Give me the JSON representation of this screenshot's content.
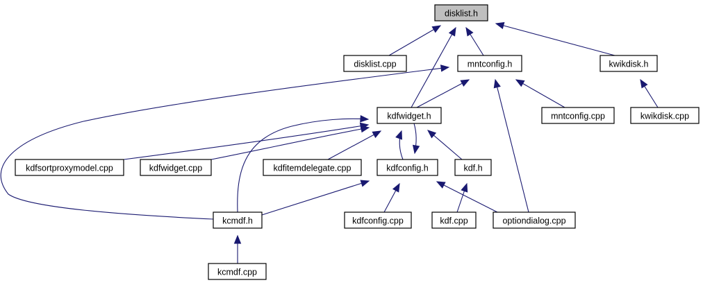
{
  "diagram": {
    "type": "include-dependency-graph",
    "colors": {
      "edge": "#191970",
      "root_fill": "#bfbfbf",
      "node_fill": "#ffffff",
      "node_border": "#000000"
    },
    "nodes": [
      {
        "id": "disklist_h",
        "label": "disklist.h",
        "root": true
      },
      {
        "id": "disklist_cpp",
        "label": "disklist.cpp"
      },
      {
        "id": "mntconfig_h",
        "label": "mntconfig.h"
      },
      {
        "id": "kwikdisk_h",
        "label": "kwikdisk.h"
      },
      {
        "id": "kdfwidget_h",
        "label": "kdfwidget.h"
      },
      {
        "id": "mntconfig_cpp",
        "label": "mntconfig.cpp"
      },
      {
        "id": "kwikdisk_cpp",
        "label": "kwikdisk.cpp"
      },
      {
        "id": "kdfsortproxymodel_cpp",
        "label": "kdfsortproxymodel.cpp"
      },
      {
        "id": "kdfwidget_cpp",
        "label": "kdfwidget.cpp"
      },
      {
        "id": "kdfitemdelegate_cpp",
        "label": "kdfitemdelegate.cpp"
      },
      {
        "id": "kdfconfig_h",
        "label": "kdfconfig.h"
      },
      {
        "id": "kdf_h",
        "label": "kdf.h"
      },
      {
        "id": "kcmdf_h",
        "label": "kcmdf.h"
      },
      {
        "id": "kdfconfig_cpp",
        "label": "kdfconfig.cpp"
      },
      {
        "id": "kdf_cpp",
        "label": "kdf.cpp"
      },
      {
        "id": "optiondialog_cpp",
        "label": "optiondialog.cpp"
      },
      {
        "id": "kcmdf_cpp",
        "label": "kcmdf.cpp"
      }
    ],
    "edges": [
      {
        "from": "disklist_cpp",
        "to": "disklist_h"
      },
      {
        "from": "kdfwidget_h",
        "to": "disklist_h"
      },
      {
        "from": "mntconfig_h",
        "to": "disklist_h"
      },
      {
        "from": "kwikdisk_h",
        "to": "disklist_h"
      },
      {
        "from": "kwikdisk_cpp",
        "to": "kwikdisk_h"
      },
      {
        "from": "kdfwidget_h",
        "to": "mntconfig_h"
      },
      {
        "from": "mntconfig_cpp",
        "to": "mntconfig_h"
      },
      {
        "from": "optiondialog_cpp",
        "to": "mntconfig_h"
      },
      {
        "from": "kcmdf_h",
        "to": "mntconfig_h"
      },
      {
        "from": "kdfsortproxymodel_cpp",
        "to": "kdfwidget_h"
      },
      {
        "from": "kdfwidget_cpp",
        "to": "kdfwidget_h"
      },
      {
        "from": "kdfitemdelegate_cpp",
        "to": "kdfwidget_h"
      },
      {
        "from": "kdfconfig_h",
        "to": "kdfwidget_h"
      },
      {
        "from": "kdfwidget_h",
        "to": "kdfconfig_h"
      },
      {
        "from": "kdf_h",
        "to": "kdfwidget_h"
      },
      {
        "from": "kcmdf_h",
        "to": "kdfwidget_h"
      },
      {
        "from": "kcmdf_h",
        "to": "kdfconfig_h"
      },
      {
        "from": "kdfconfig_cpp",
        "to": "kdfconfig_h"
      },
      {
        "from": "optiondialog_cpp",
        "to": "kdfconfig_h"
      },
      {
        "from": "kdf_cpp",
        "to": "kdf_h"
      },
      {
        "from": "kcmdf_cpp",
        "to": "kcmdf_h"
      }
    ]
  }
}
